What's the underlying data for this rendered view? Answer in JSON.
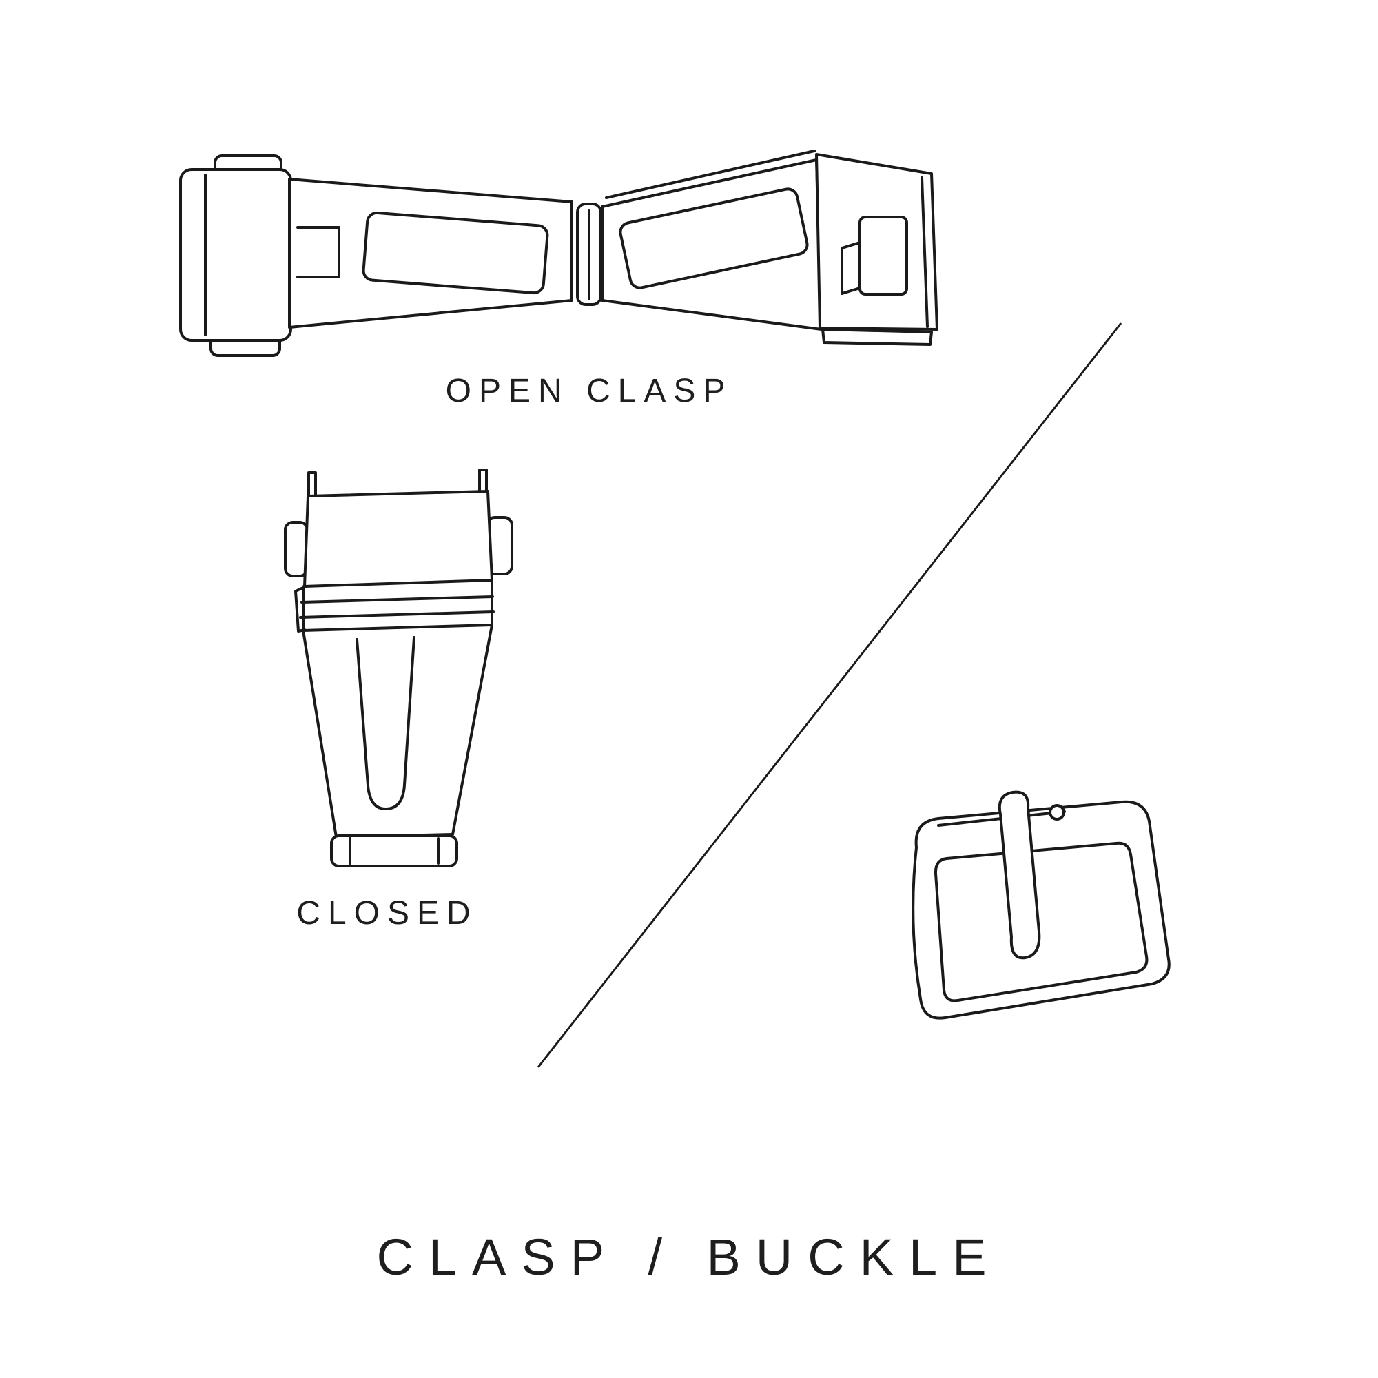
{
  "page": {
    "background": "#ffffff",
    "line_color": "#1a1a1a",
    "text_color": "#1e1e1e"
  },
  "labels": {
    "open_clasp": "OPEN CLASP",
    "closed": "CLOSED",
    "title": "CLASP / BUCKLE"
  },
  "illustrations": {
    "open_clasp": "open-clasp-line-drawing",
    "closed_clasp": "closed-clasp-line-drawing",
    "buckle": "tang-buckle-line-drawing",
    "divider": "diagonal-divider-line"
  }
}
